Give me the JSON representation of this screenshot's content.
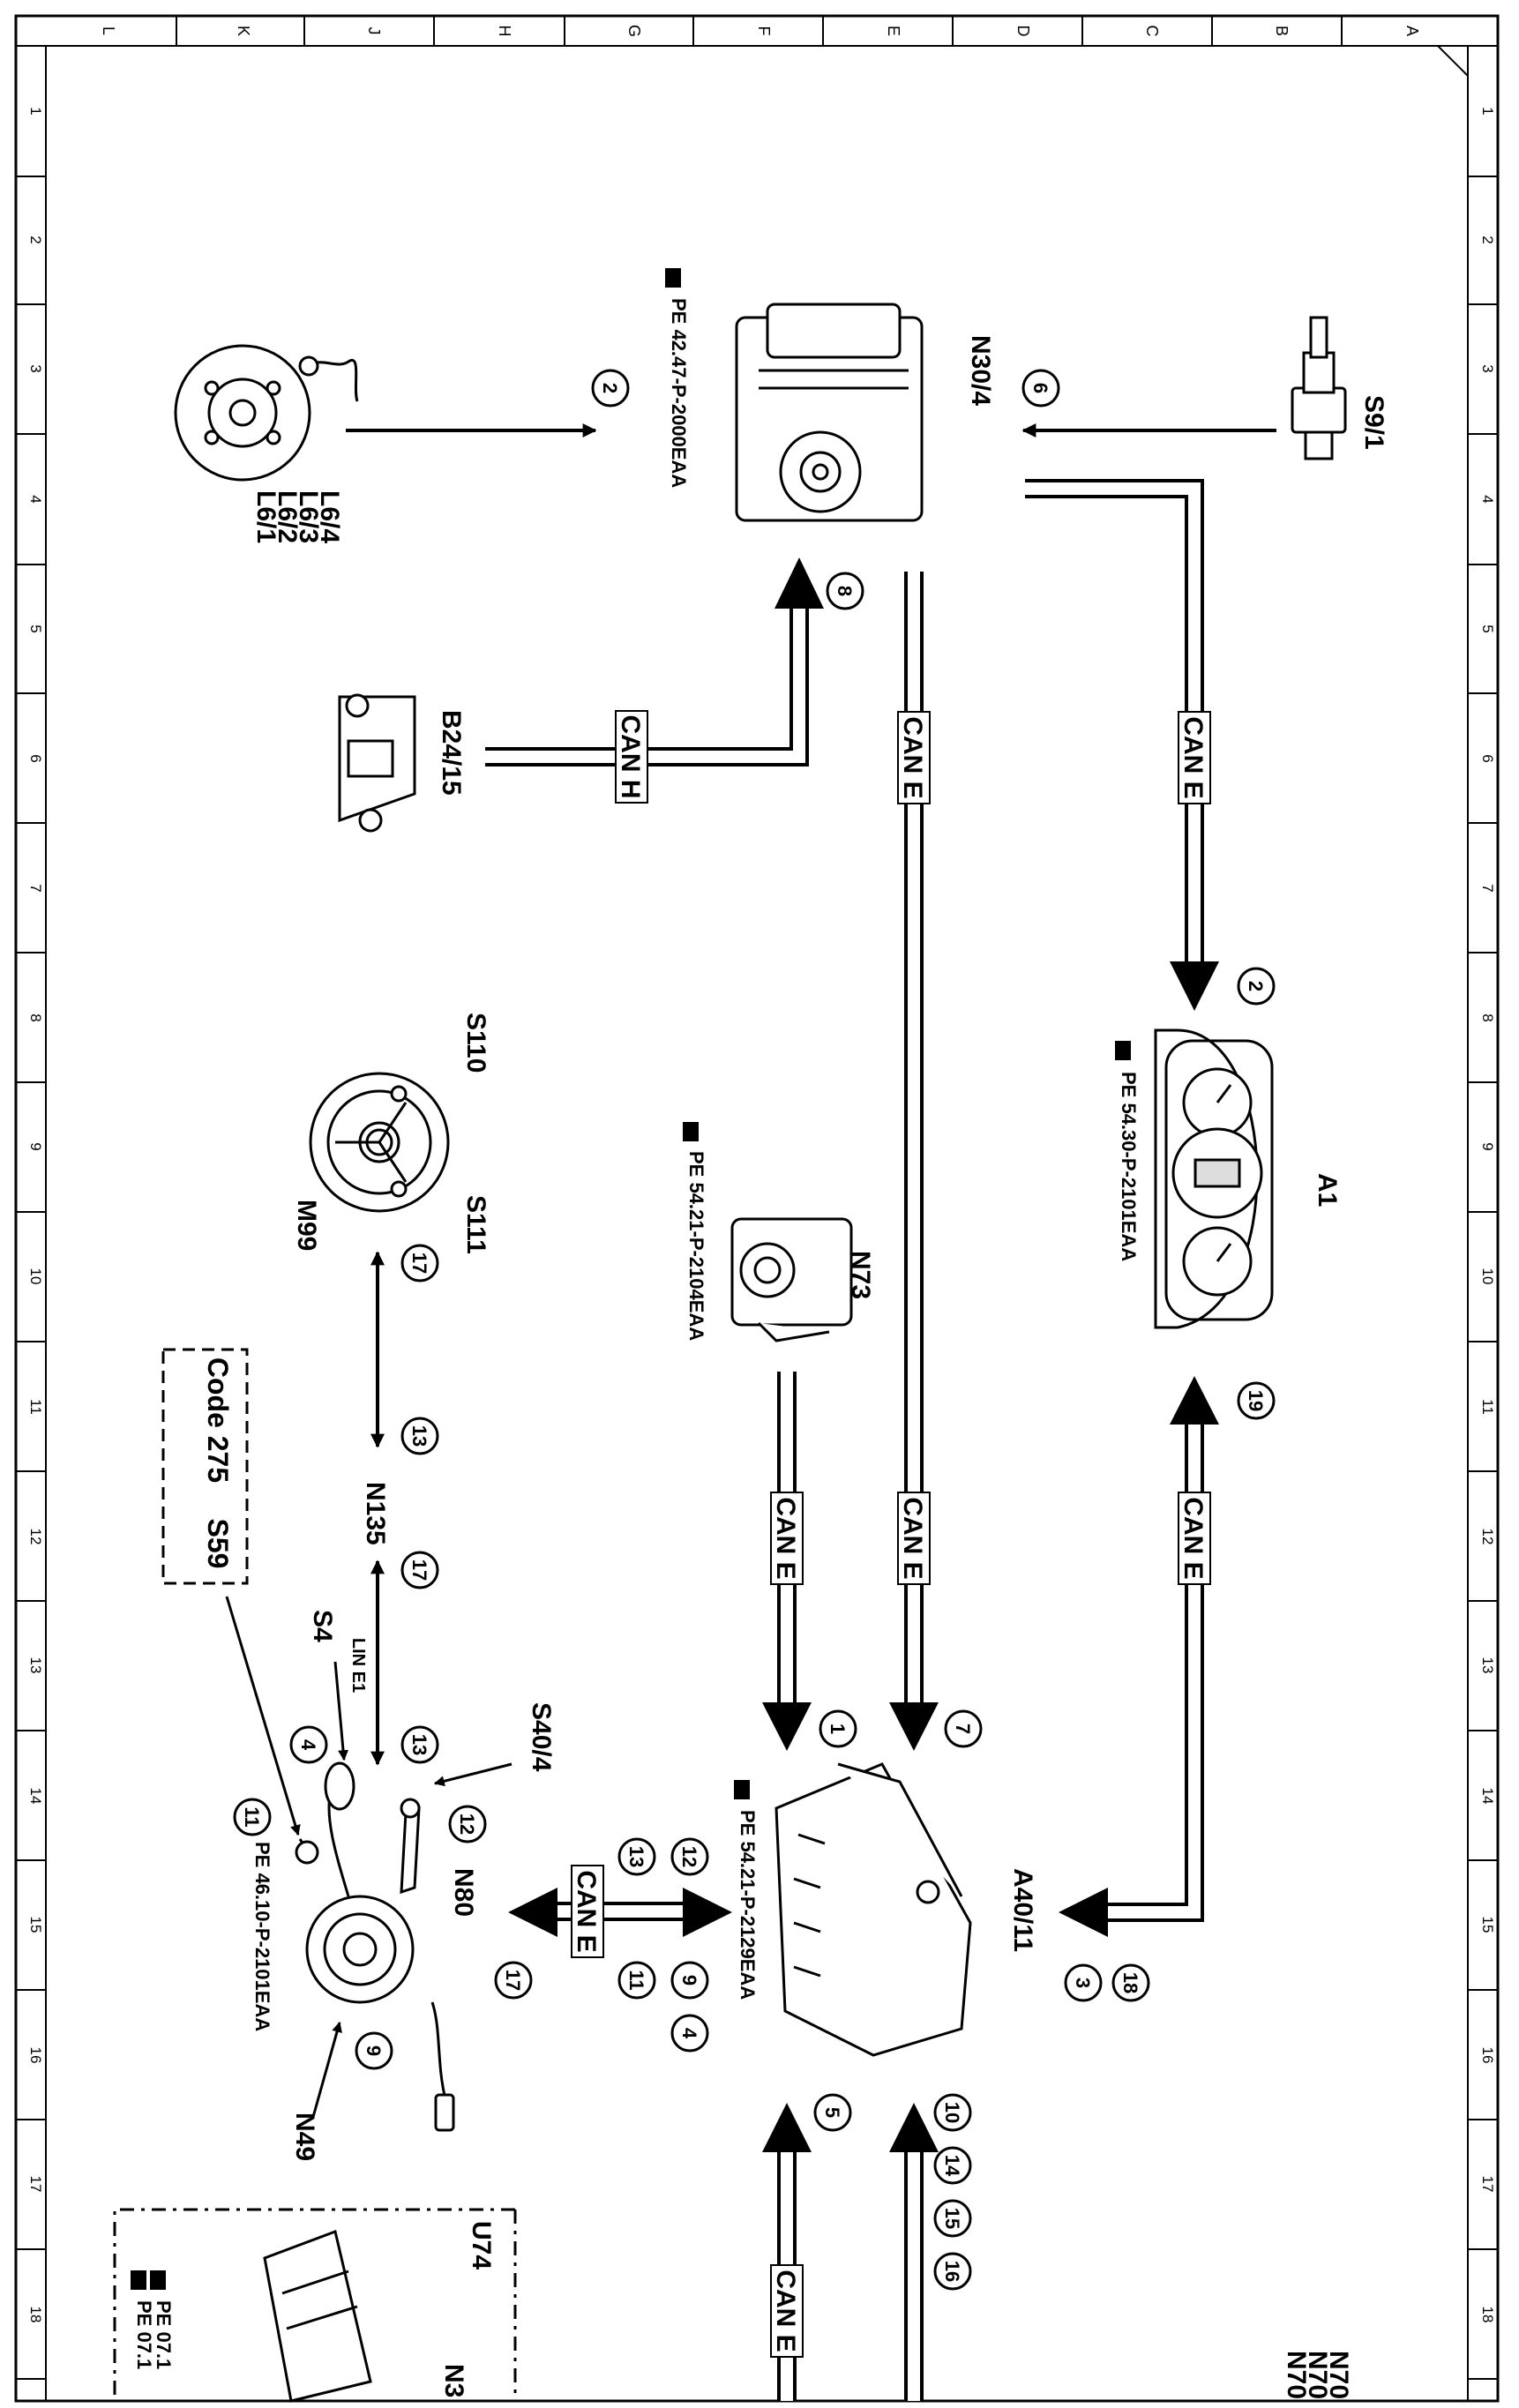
{
  "frame": {
    "letters": [
      "L",
      "K",
      "J",
      "H",
      "G",
      "F",
      "E",
      "D",
      "C",
      "B",
      "A"
    ],
    "numbers": [
      "1",
      "2",
      "3",
      "4",
      "5",
      "6",
      "7",
      "8",
      "9",
      "10",
      "11",
      "12",
      "13",
      "14",
      "15",
      "16",
      "17",
      "18"
    ]
  },
  "components": {
    "L6": [
      "L6/1",
      "L6/2",
      "L6/3",
      "L6/4"
    ],
    "N30_4": "N30/4",
    "S9_1": "S9/1",
    "B24_15": "B24/15",
    "A1": "A1",
    "N73": "N73",
    "S110": "S110",
    "S111": "S111",
    "M99": "M99",
    "N135": "N135",
    "S4": "S4",
    "S40_4": "S40/4",
    "N80": "N80",
    "N49": "N49",
    "A40_11": "A40/11",
    "U74": "U74",
    "N3_partial": "N3",
    "N70_partial": [
      "N70",
      "N70",
      "N70"
    ]
  },
  "refs": {
    "N30_4": "PE 42.47-P-2000EAA",
    "A1": "PE 54.30-P-2101EAA",
    "N73": "PE 54.21-P-2104EAA",
    "A40_11": "PE 54.21-P-2129EAA",
    "N80": "PE 46.10-P-2101EAA",
    "U74_1": "PE 07.1",
    "U74_2": "PE 07.1"
  },
  "buses": {
    "can_h": "CAN H",
    "can_e": "CAN E",
    "lin_e1": "LIN E1"
  },
  "code_box": {
    "code": "Code 275",
    "switch": "S59"
  },
  "circles": {
    "c2_L6": "2",
    "c6": "6",
    "c8": "8",
    "c2_A1": "2",
    "c19": "19",
    "c17_top": "17",
    "c13_top": "13",
    "c17_mid": "17",
    "c13_mid": "13",
    "c4": "4",
    "c11_left": "11",
    "c12_left": "12",
    "c17_N80": "17",
    "c9_N49": "9",
    "c12_r": "12",
    "c13_r": "13",
    "c9_r": "9",
    "c11_r": "11",
    "c4_r": "4",
    "c1": "1",
    "c7": "7",
    "c18": "18",
    "c3": "3",
    "c5": "5",
    "c10": "10",
    "c14": "14",
    "c15": "15",
    "c16": "16"
  }
}
